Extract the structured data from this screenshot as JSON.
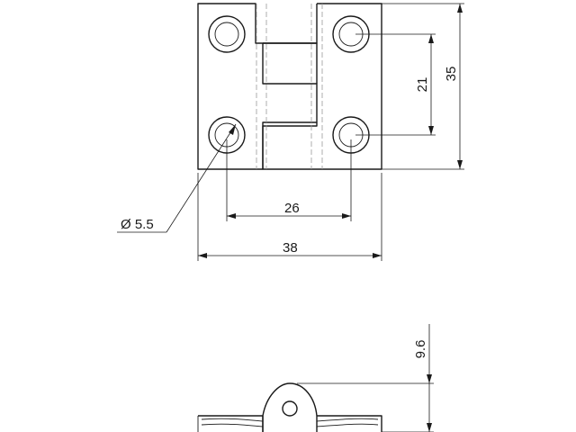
{
  "dimensions": {
    "hole_diameter": "Ø 5.5",
    "hole_spacing_horizontal": "26",
    "overall_width": "38",
    "hole_spacing_vertical": "21",
    "overall_height": "35",
    "thickness": "9.6"
  }
}
